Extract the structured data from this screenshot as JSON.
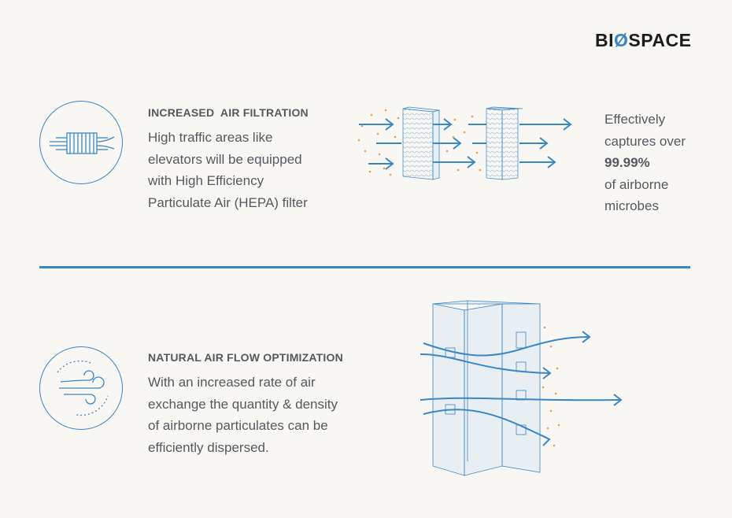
{
  "brand": {
    "prefix": "BI",
    "o": "Ø",
    "suffix": "SPACE"
  },
  "section1": {
    "heading": "INCREASED  AIR FILTRATION",
    "lines": [
      "High traffic areas like",
      "elevators will be equipped",
      "with High Efficiency",
      "Particulate Air (HEPA) filter"
    ],
    "icon": "air-filter-icon",
    "stat": {
      "line1": "Effectively",
      "line2": "captures over",
      "value": "99.99%",
      "line3": "of airborne",
      "line4": "microbes"
    }
  },
  "section2": {
    "heading": "NATURAL AIR FLOW OPTIMIZATION",
    "lines": [
      "With an increased rate of air",
      "exchange the quantity & density",
      "of airborne particulates can be",
      "efficiently dispersed."
    ],
    "icon": "wind-flow-icon"
  },
  "colors": {
    "accent": "#3b86c5",
    "particle": "#f0a040",
    "text": "#55595e"
  }
}
